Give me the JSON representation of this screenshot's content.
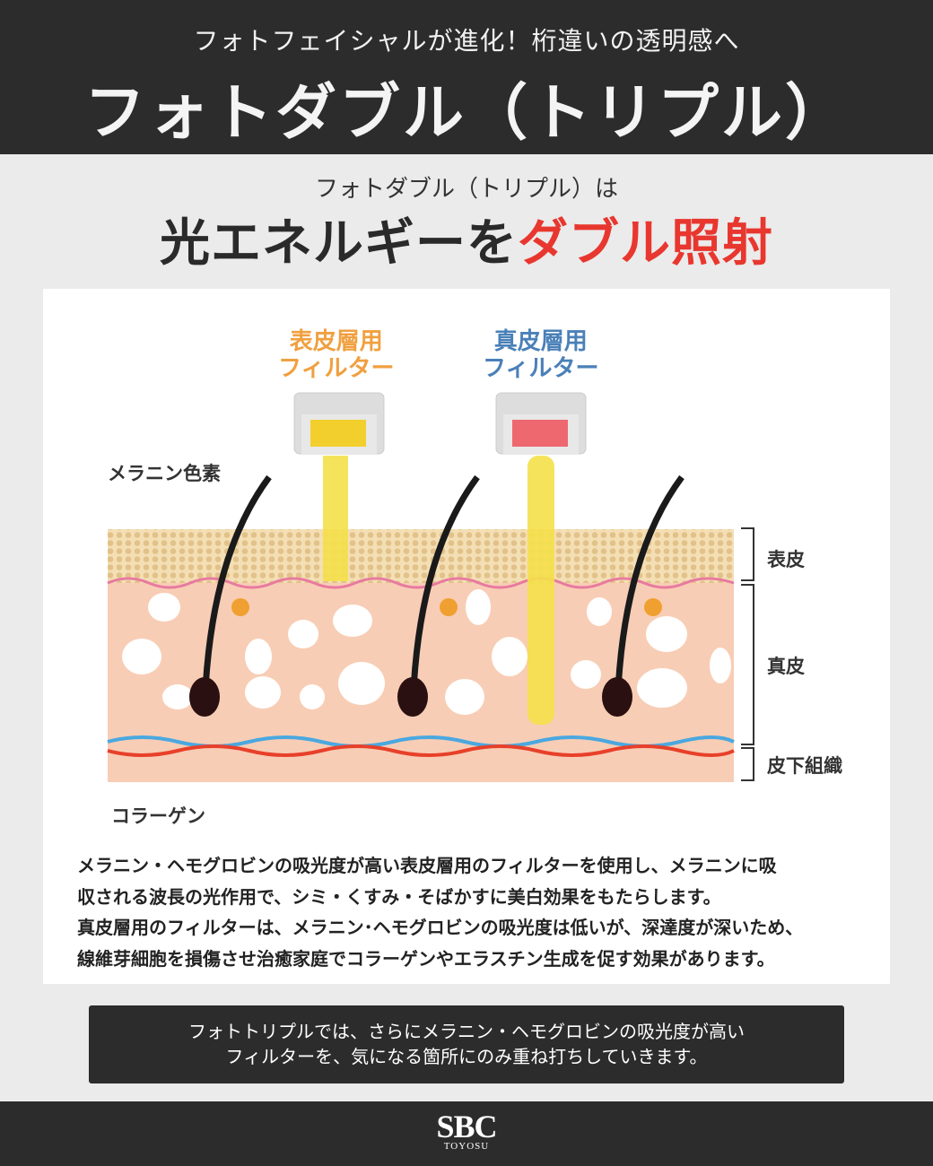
{
  "header": {
    "subtitle": "フォトフェイシャルが進化！桁違いの透明感へ",
    "title": "フォトダブル（トリプル）"
  },
  "intro": {
    "lead": "フォトダブル（トリプル）は",
    "headline_plain": "光エネルギーを",
    "headline_accent": "ダブル照射"
  },
  "diagram": {
    "filter_epidermis": [
      "表皮層用",
      "フィルター"
    ],
    "filter_dermis": [
      "真皮層用",
      "フィルター"
    ],
    "label_melanin": "メラニン色素",
    "label_collagen": "コラーゲン",
    "layers": [
      "表皮",
      "真皮",
      "皮下組織"
    ],
    "colors": {
      "epidermis_filter": "#f0a040",
      "dermis_filter": "#4a80b8",
      "beam": "#f5e04a",
      "accent": "#e8372f"
    }
  },
  "body": {
    "lines": [
      "メラニン・ヘモグロビンの吸光度が高い表皮層用のフィルターを使用し、メラニンに吸",
      "収される波長の光作用で、シミ・くすみ・そばかすに美白効果をもたらします。",
      "真皮層用のフィルターは、メラニン･ヘモグロビンの吸光度は低いが、深達度が深いため、",
      "線維芽細胞を損傷させ治癒家庭でコラーゲンやエラスチン生成を促す効果があります。"
    ]
  },
  "note": {
    "lines": [
      "フォトトリプルでは、さらにメラニン・ヘモグロビンの吸光度が高い",
      "フィルターを、気になる箇所にのみ重ね打ちしていきます。"
    ]
  },
  "footer": {
    "logo": "SBC",
    "location": "TOYOSU"
  }
}
